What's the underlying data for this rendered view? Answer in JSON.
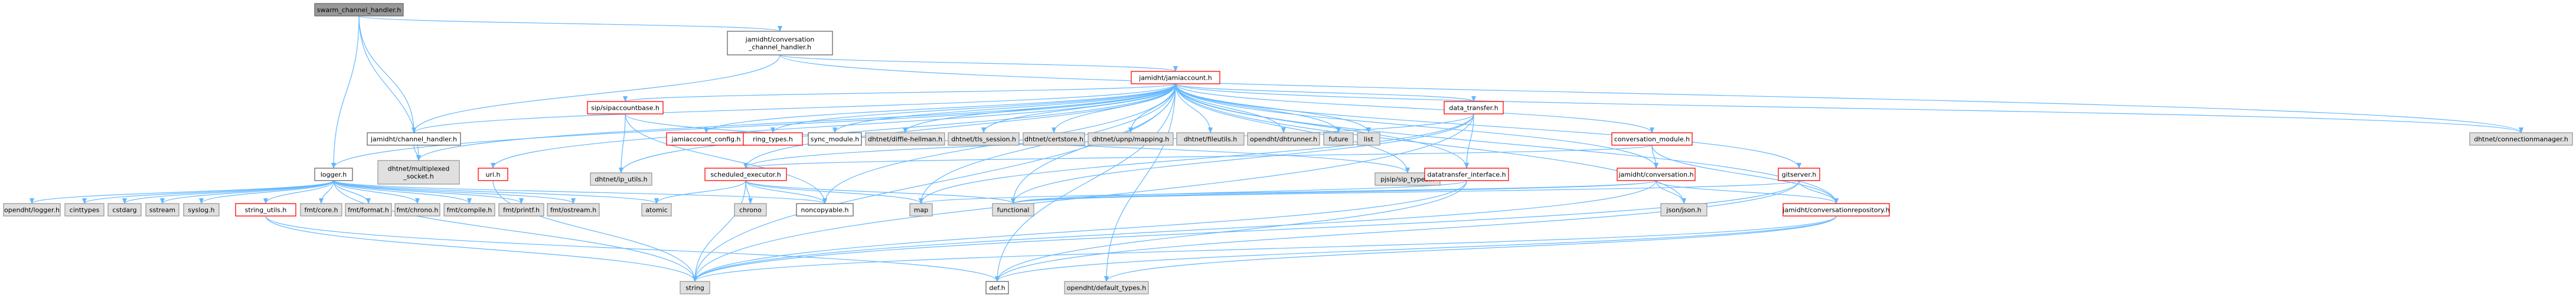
{
  "graph": {
    "edge_color": "#63b8ff",
    "nodes": [
      {
        "id": "root",
        "label": [
          "swarm_channel_handler.h"
        ],
        "kind": "root"
      },
      {
        "id": "logger",
        "label": [
          "logger.h"
        ],
        "kind": "plain"
      },
      {
        "id": "convch",
        "label": [
          "jamidht/conversation",
          "_channel_handler.h"
        ],
        "kind": "plain"
      },
      {
        "id": "chanh",
        "label": [
          "jamidht/channel_handler.h"
        ],
        "kind": "plain"
      },
      {
        "id": "multisock",
        "label": [
          "dhtnet/multiplexed",
          "_socket.h"
        ],
        "kind": "ext"
      },
      {
        "id": "jamiacc",
        "label": [
          "jamidht/jamiaccount.h"
        ],
        "kind": "red"
      },
      {
        "id": "connmgr",
        "label": [
          "dhtnet/connectionmanager.h"
        ],
        "kind": "ext"
      },
      {
        "id": "sipacc",
        "label": [
          "sip/sipaccountbase.h"
        ],
        "kind": "red"
      },
      {
        "id": "jaccfg",
        "label": [
          "jamiaccount_config.h"
        ],
        "kind": "red"
      },
      {
        "id": "ring",
        "label": [
          "ring_types.h"
        ],
        "kind": "red"
      },
      {
        "id": "syncmod",
        "label": [
          "sync_module.h"
        ],
        "kind": "plain"
      },
      {
        "id": "dhe",
        "label": [
          "dhtnet/diffie-hellman.h"
        ],
        "kind": "ext"
      },
      {
        "id": "tls",
        "label": [
          "dhtnet/tls_session.h"
        ],
        "kind": "ext"
      },
      {
        "id": "certstore",
        "label": [
          "dhtnet/certstore.h"
        ],
        "kind": "ext"
      },
      {
        "id": "upnp",
        "label": [
          "dhtnet/upnp/mapping.h"
        ],
        "kind": "ext"
      },
      {
        "id": "fileutils",
        "label": [
          "dhtnet/fileutils.h"
        ],
        "kind": "ext"
      },
      {
        "id": "dhtrun",
        "label": [
          "opendht/dhtrunner.h"
        ],
        "kind": "ext"
      },
      {
        "id": "future",
        "label": [
          "future"
        ],
        "kind": "ext"
      },
      {
        "id": "list",
        "label": [
          "list"
        ],
        "kind": "ext"
      },
      {
        "id": "dtransfer",
        "label": [
          "data_transfer.h"
        ],
        "kind": "red"
      },
      {
        "id": "convmod",
        "label": [
          "conversation_module.h"
        ],
        "kind": "red"
      },
      {
        "id": "uri",
        "label": [
          "uri.h"
        ],
        "kind": "red"
      },
      {
        "id": "iputils",
        "label": [
          "dhtnet/ip_utils.h"
        ],
        "kind": "ext"
      },
      {
        "id": "sched",
        "label": [
          "scheduled_executor.h"
        ],
        "kind": "red"
      },
      {
        "id": "pjsip",
        "label": [
          "pjsip/sip_types.h"
        ],
        "kind": "ext"
      },
      {
        "id": "dtiface",
        "label": [
          "datatransfer_interface.h"
        ],
        "kind": "red"
      },
      {
        "id": "conv",
        "label": [
          "jamidht/conversation.h"
        ],
        "kind": "red"
      },
      {
        "id": "gitserver",
        "label": [
          "gitserver.h"
        ],
        "kind": "red"
      },
      {
        "id": "convrepo",
        "label": [
          "jamidht/conversationrepository.h"
        ],
        "kind": "red"
      },
      {
        "id": "odlogger",
        "label": [
          "opendht/logger.h"
        ],
        "kind": "ext"
      },
      {
        "id": "cinttypes",
        "label": [
          "cinttypes"
        ],
        "kind": "ext"
      },
      {
        "id": "cstdarg",
        "label": [
          "cstdarg"
        ],
        "kind": "ext"
      },
      {
        "id": "sstream",
        "label": [
          "sstream"
        ],
        "kind": "ext"
      },
      {
        "id": "syslog",
        "label": [
          "syslog.h"
        ],
        "kind": "ext"
      },
      {
        "id": "strutils",
        "label": [
          "string_utils.h"
        ],
        "kind": "red"
      },
      {
        "id": "fmtcore",
        "label": [
          "fmt/core.h"
        ],
        "kind": "ext"
      },
      {
        "id": "fmtformat",
        "label": [
          "fmt/format.h"
        ],
        "kind": "ext"
      },
      {
        "id": "fmtchrono",
        "label": [
          "fmt/chrono.h"
        ],
        "kind": "ext"
      },
      {
        "id": "fmtcompile",
        "label": [
          "fmt/compile.h"
        ],
        "kind": "ext"
      },
      {
        "id": "fmtprintf",
        "label": [
          "fmt/printf.h"
        ],
        "kind": "ext"
      },
      {
        "id": "fmtostream",
        "label": [
          "fmt/ostream.h"
        ],
        "kind": "ext"
      },
      {
        "id": "atomic",
        "label": [
          "atomic"
        ],
        "kind": "ext"
      },
      {
        "id": "chrono",
        "label": [
          "chrono"
        ],
        "kind": "ext"
      },
      {
        "id": "noncopy",
        "label": [
          "noncopyable.h"
        ],
        "kind": "plain"
      },
      {
        "id": "map",
        "label": [
          "map"
        ],
        "kind": "ext"
      },
      {
        "id": "functional",
        "label": [
          "functional"
        ],
        "kind": "ext"
      },
      {
        "id": "jsoncpp",
        "label": [
          "json/json.h"
        ],
        "kind": "ext"
      },
      {
        "id": "string",
        "label": [
          "string"
        ],
        "kind": "ext"
      },
      {
        "id": "defh",
        "label": [
          "def.h"
        ],
        "kind": "plain"
      },
      {
        "id": "defaulttypes",
        "label": [
          "opendht/default_types.h"
        ],
        "kind": "ext"
      }
    ],
    "edges": [
      [
        "root",
        "logger"
      ],
      [
        "root",
        "convch"
      ],
      [
        "root",
        "chanh"
      ],
      [
        "root",
        "multisock"
      ],
      [
        "convch",
        "chanh"
      ],
      [
        "convch",
        "jamiacc"
      ],
      [
        "convch",
        "connmgr"
      ],
      [
        "chanh",
        "multisock"
      ],
      [
        "jamiacc",
        "chanh"
      ],
      [
        "jamiacc",
        "multisock"
      ],
      [
        "jamiacc",
        "sipacc"
      ],
      [
        "jamiacc",
        "jaccfg"
      ],
      [
        "jamiacc",
        "ring"
      ],
      [
        "jamiacc",
        "syncmod"
      ],
      [
        "jamiacc",
        "dhe"
      ],
      [
        "jamiacc",
        "tls"
      ],
      [
        "jamiacc",
        "certstore"
      ],
      [
        "jamiacc",
        "upnp"
      ],
      [
        "jamiacc",
        "fileutils"
      ],
      [
        "jamiacc",
        "dhtrun"
      ],
      [
        "jamiacc",
        "future"
      ],
      [
        "jamiacc",
        "list"
      ],
      [
        "jamiacc",
        "dtransfer"
      ],
      [
        "jamiacc",
        "convmod"
      ],
      [
        "jamiacc",
        "connmgr"
      ],
      [
        "jamiacc",
        "uri"
      ],
      [
        "jamiacc",
        "iputils"
      ],
      [
        "jamiacc",
        "sched"
      ],
      [
        "jamiacc",
        "pjsip"
      ],
      [
        "jamiacc",
        "dtiface"
      ],
      [
        "jamiacc",
        "conv"
      ],
      [
        "jamiacc",
        "gitserver"
      ],
      [
        "jamiacc",
        "convrepo"
      ],
      [
        "jamiacc",
        "noncopy"
      ],
      [
        "jamiacc",
        "map"
      ],
      [
        "jamiacc",
        "functional"
      ],
      [
        "jamiacc",
        "string"
      ],
      [
        "jamiacc",
        "jsoncpp"
      ],
      [
        "jamiacc",
        "defh"
      ],
      [
        "jamiacc",
        "defaulttypes"
      ],
      [
        "jamiacc",
        "logger"
      ],
      [
        "sipacc",
        "iputils"
      ],
      [
        "sipacc",
        "pjsip"
      ],
      [
        "sipacc",
        "noncopy"
      ],
      [
        "dtransfer",
        "dtiface"
      ],
      [
        "dtransfer",
        "map"
      ],
      [
        "dtransfer",
        "functional"
      ],
      [
        "dtransfer",
        "string"
      ],
      [
        "dtransfer",
        "sched"
      ],
      [
        "convmod",
        "conv"
      ],
      [
        "convmod",
        "convrepo"
      ],
      [
        "convmod",
        "sched"
      ],
      [
        "uri",
        "string"
      ],
      [
        "sched",
        "atomic"
      ],
      [
        "sched",
        "chrono"
      ],
      [
        "sched",
        "noncopy"
      ],
      [
        "sched",
        "map"
      ],
      [
        "sched",
        "functional"
      ],
      [
        "sched",
        "string"
      ],
      [
        "dtiface",
        "functional"
      ],
      [
        "dtiface",
        "string"
      ],
      [
        "dtiface",
        "defh"
      ],
      [
        "conv",
        "convrepo"
      ],
      [
        "conv",
        "jsoncpp"
      ],
      [
        "conv",
        "map"
      ],
      [
        "conv",
        "functional"
      ],
      [
        "conv",
        "string"
      ],
      [
        "gitserver",
        "convrepo"
      ],
      [
        "gitserver",
        "defh"
      ],
      [
        "gitserver",
        "functional"
      ],
      [
        "gitserver",
        "string"
      ],
      [
        "convrepo",
        "defh"
      ],
      [
        "convrepo",
        "defaulttypes"
      ],
      [
        "convrepo",
        "string"
      ],
      [
        "logger",
        "odlogger"
      ],
      [
        "logger",
        "cinttypes"
      ],
      [
        "logger",
        "cstdarg"
      ],
      [
        "logger",
        "sstream"
      ],
      [
        "logger",
        "syslog"
      ],
      [
        "logger",
        "strutils"
      ],
      [
        "logger",
        "fmtcore"
      ],
      [
        "logger",
        "fmtformat"
      ],
      [
        "logger",
        "fmtchrono"
      ],
      [
        "logger",
        "fmtcompile"
      ],
      [
        "logger",
        "fmtprintf"
      ],
      [
        "logger",
        "fmtostream"
      ],
      [
        "logger",
        "atomic"
      ],
      [
        "logger",
        "string"
      ],
      [
        "logger",
        "noncopy"
      ],
      [
        "strutils",
        "string"
      ],
      [
        "strutils",
        "defh"
      ]
    ]
  }
}
